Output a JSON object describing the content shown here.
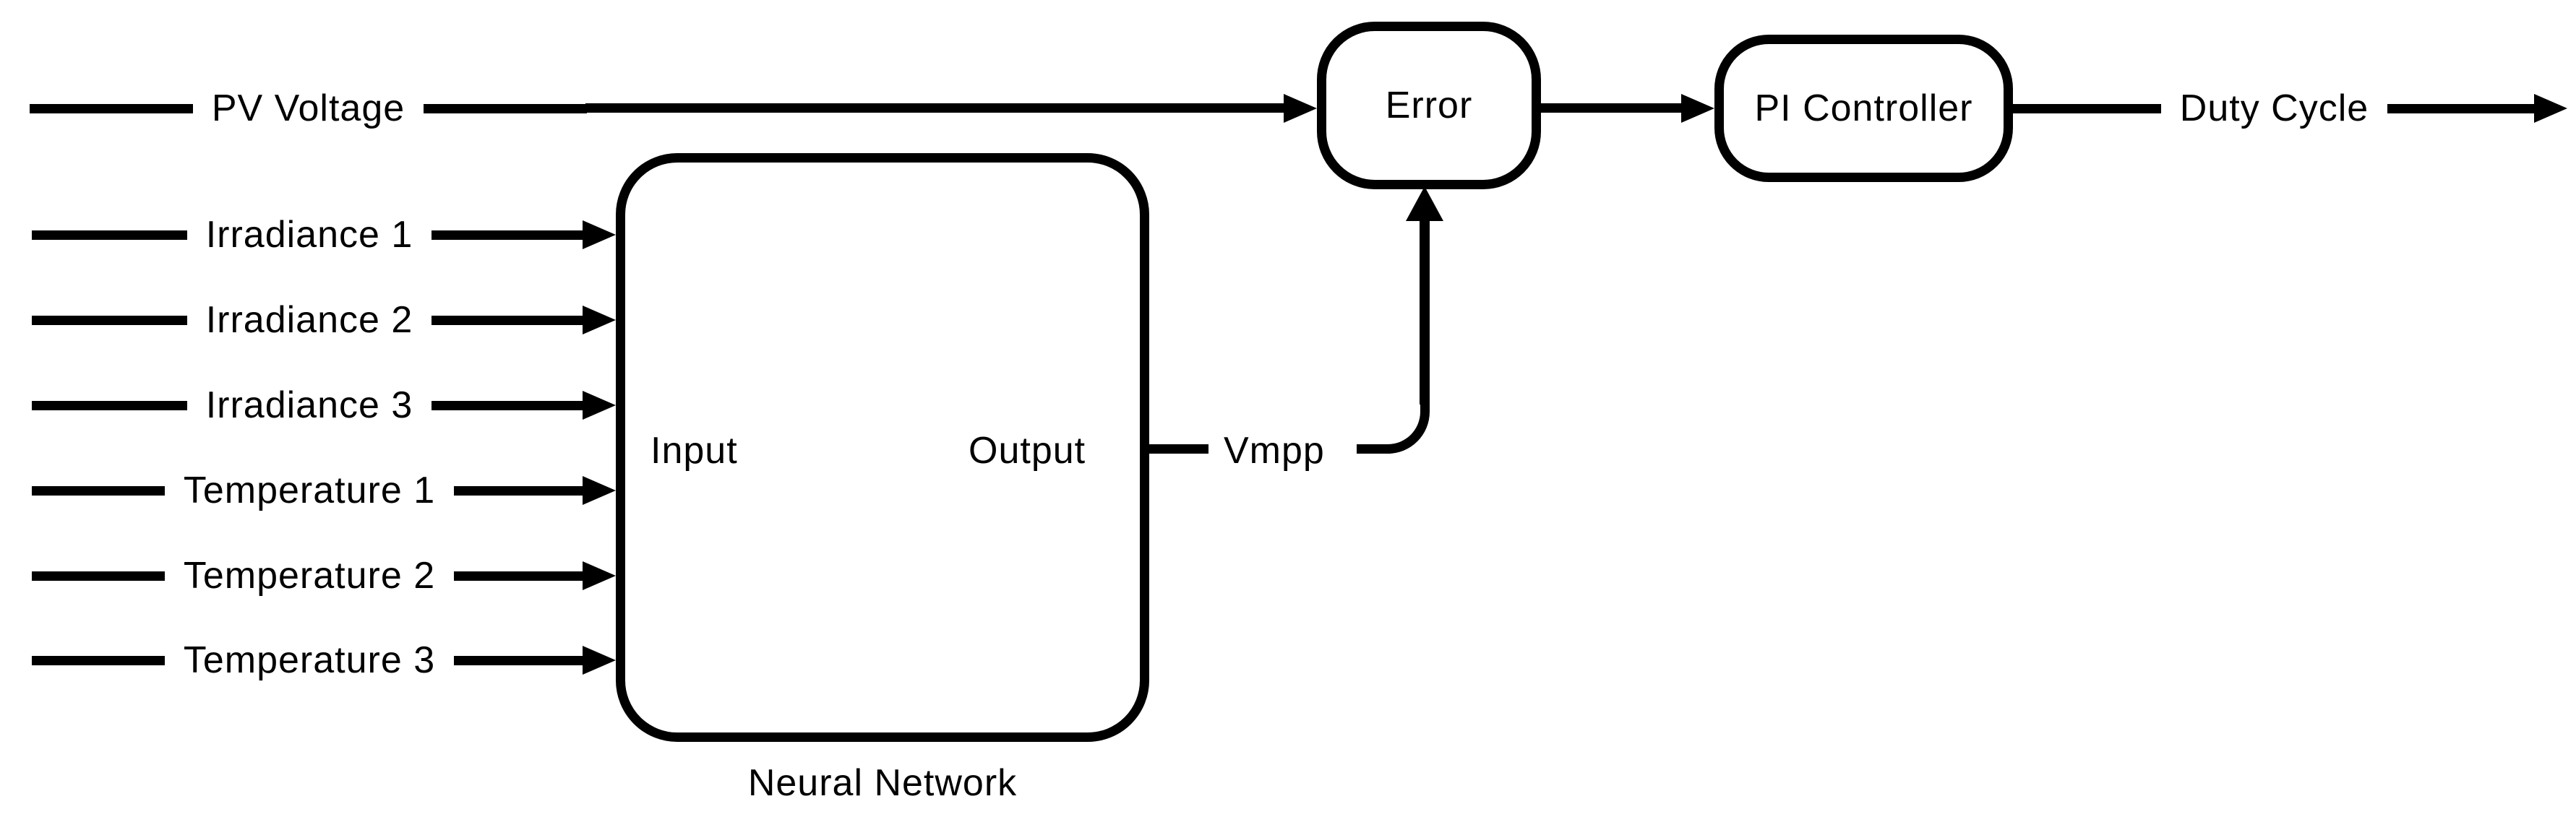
{
  "colors": {
    "stroke": "#000000",
    "background": "#ffffff",
    "text": "#000000"
  },
  "flow": {
    "pv_signal_label": "PV Voltage",
    "error_block_label": "Error",
    "pi_controller_label": "PI Controller",
    "output_signal_label": "Duty Cycle"
  },
  "neural_network": {
    "caption": "Neural Network",
    "input_port_label": "Input",
    "output_port_label": "Output",
    "output_signal_label": "Vmpp",
    "inputs": [
      {
        "label": "Irradiance 1"
      },
      {
        "label": "Irradiance 2"
      },
      {
        "label": "Irradiance 3"
      },
      {
        "label": "Temperature 1"
      },
      {
        "label": "Temperature 2"
      },
      {
        "label": "Temperature 3"
      }
    ]
  }
}
